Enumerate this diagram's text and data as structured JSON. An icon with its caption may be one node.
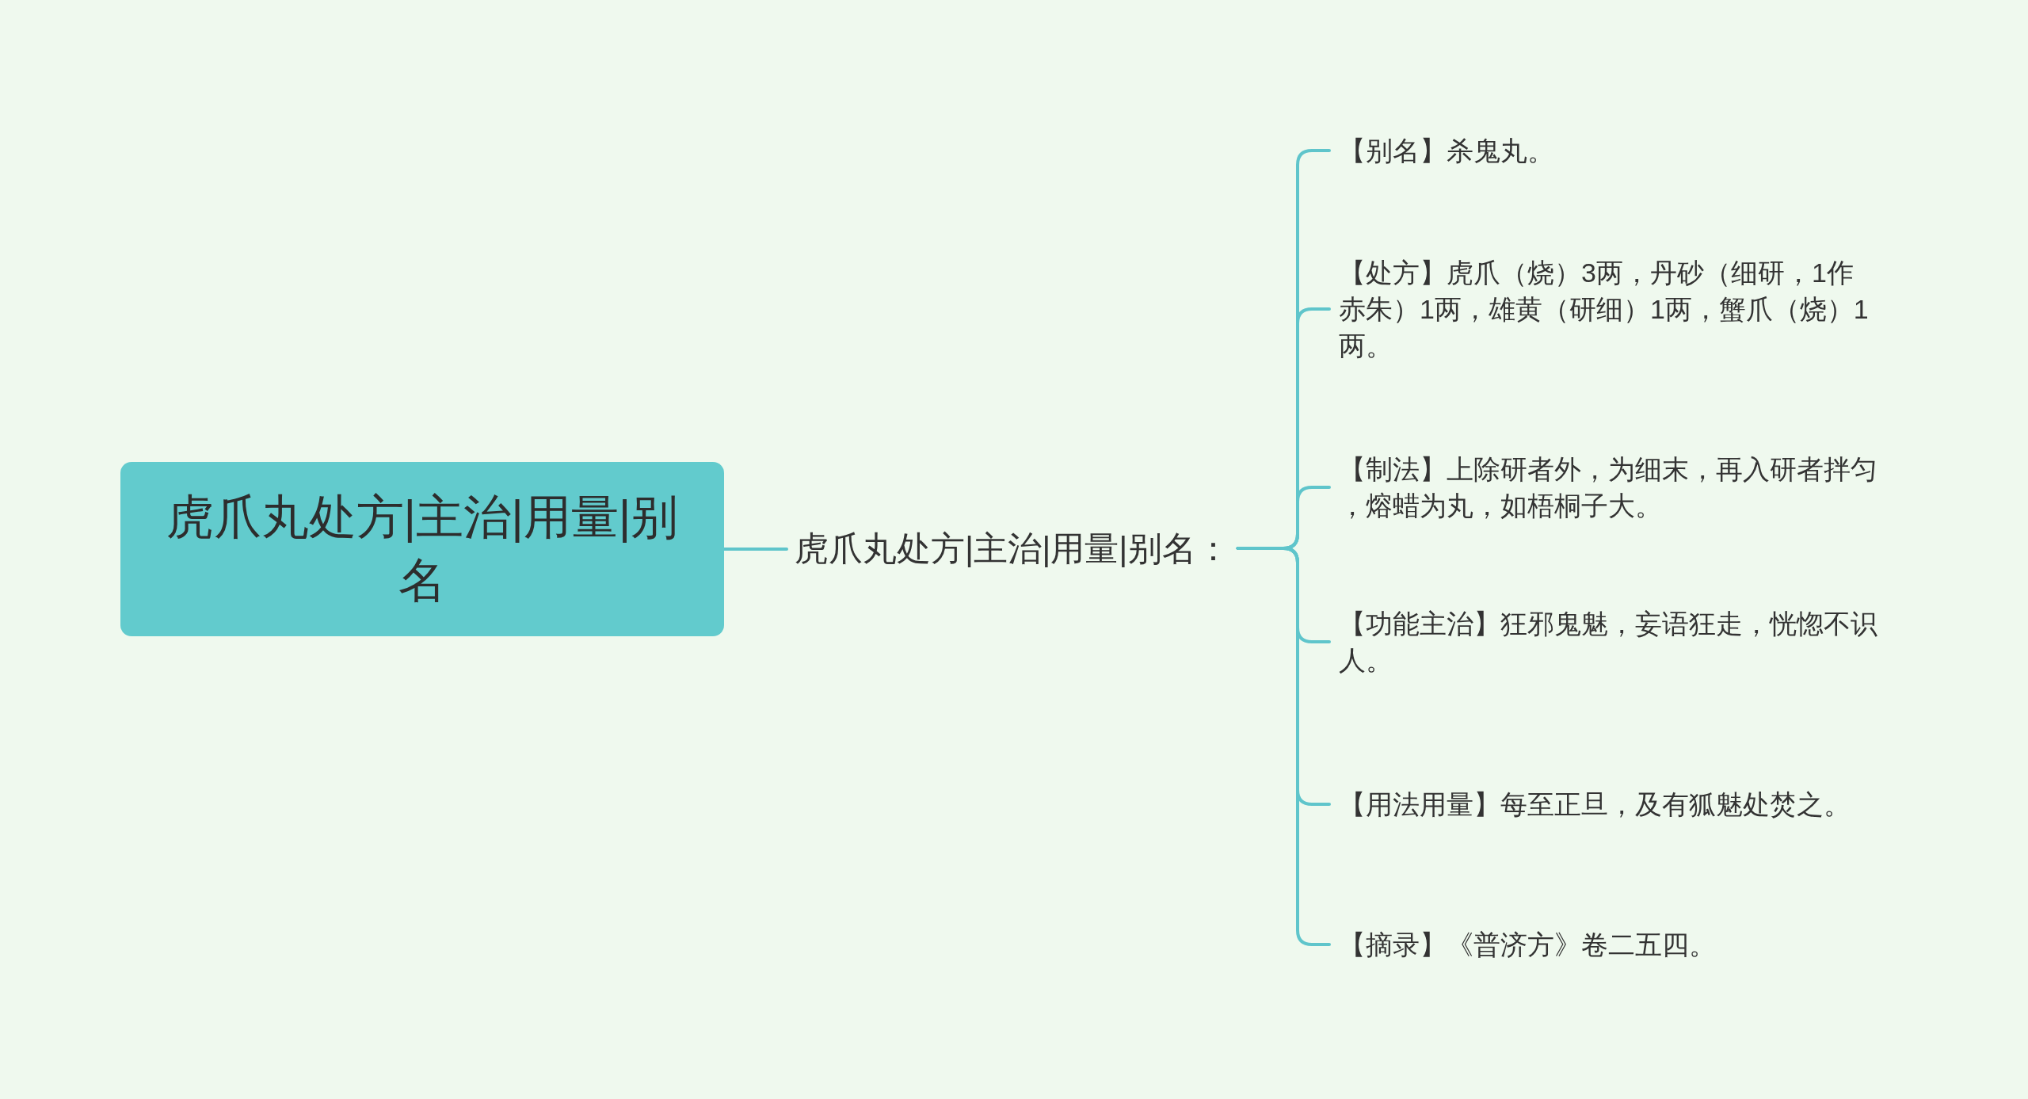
{
  "diagram": {
    "nodes": [
      {
        "text": [
          "虎爪丸处方|主治|用量|别名"
        ]
      },
      {
        "text": [
          "虎爪丸处方|主治|用量|别名："
        ]
      },
      {
        "text": [
          "【别名】杀鬼丸。"
        ]
      },
      {
        "text": [
          "【处方】虎爪（烧）3两，丹砂（细研，1作赤朱）1两，雄黄（研细）1两，蟹爪（烧）1两。"
        ]
      },
      {
        "text": [
          "【制法】上除研者外，为细末，再入研者拌匀，熔蜡为丸，如梧桐子大。"
        ]
      },
      {
        "text": [
          "【功能主治】狂邪鬼魅，妄语狂走，恍惚不识人。"
        ]
      },
      {
        "text": [
          "【用法用量】每至正旦，及有狐魅处焚之。"
        ]
      },
      {
        "text": [
          "【摘录】《普济方》卷二五四。"
        ]
      }
    ],
    "edges": [
      {
        "from": 0,
        "to": 1,
        "arrow": "none"
      },
      {
        "from": 1,
        "to": 2,
        "arrow": "none"
      },
      {
        "from": 1,
        "to": 3,
        "arrow": "none"
      },
      {
        "from": 1,
        "to": 4,
        "arrow": "none"
      },
      {
        "from": 1,
        "to": 5,
        "arrow": "none"
      },
      {
        "from": 1,
        "to": 6,
        "arrow": "none"
      },
      {
        "from": 1,
        "to": 7,
        "arrow": "none"
      }
    ]
  }
}
